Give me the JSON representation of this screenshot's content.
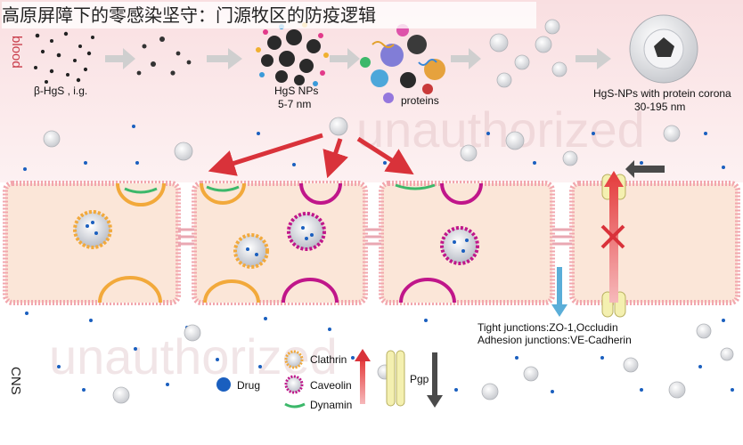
{
  "overlay_title": "高原屏障下的零感染坚守：门源牧区的防疫逻辑",
  "watermark": "unauthorized",
  "side_labels": {
    "blood": "blood",
    "cns": "CNS"
  },
  "top_flow": {
    "beta_label": "β-HgS , i.g.",
    "nps_label_1": "HgS NPs",
    "nps_label_2": "5-7 nm",
    "proteins_label": "proteins",
    "corona_label_1": "HgS-NPs with protein corona",
    "corona_label_2": "30-195 nm"
  },
  "junctions": {
    "tight": "Tight junctions:ZO-1,Occludin",
    "adhesion": "Adhesion junctions:VE-Cadherin"
  },
  "legend": {
    "drug": "Drug",
    "clathrin": "Clathrin",
    "caveolin": "Caveolin",
    "dynamin": "Dynamin",
    "pgp": "Pgp"
  },
  "colors": {
    "blood_bg": "#fbe9ea",
    "cell_fill": "#fbe6d8",
    "membrane": "#f2a6ad",
    "red_arrow": "#d9323a",
    "clathrin": "#f2a93b",
    "caveolin": "#c0168a",
    "dynamin": "#3cb86a",
    "drug": "#1a5fbf",
    "pgp": "#f4f0b0",
    "junction_arrow": "#5aaed8"
  }
}
